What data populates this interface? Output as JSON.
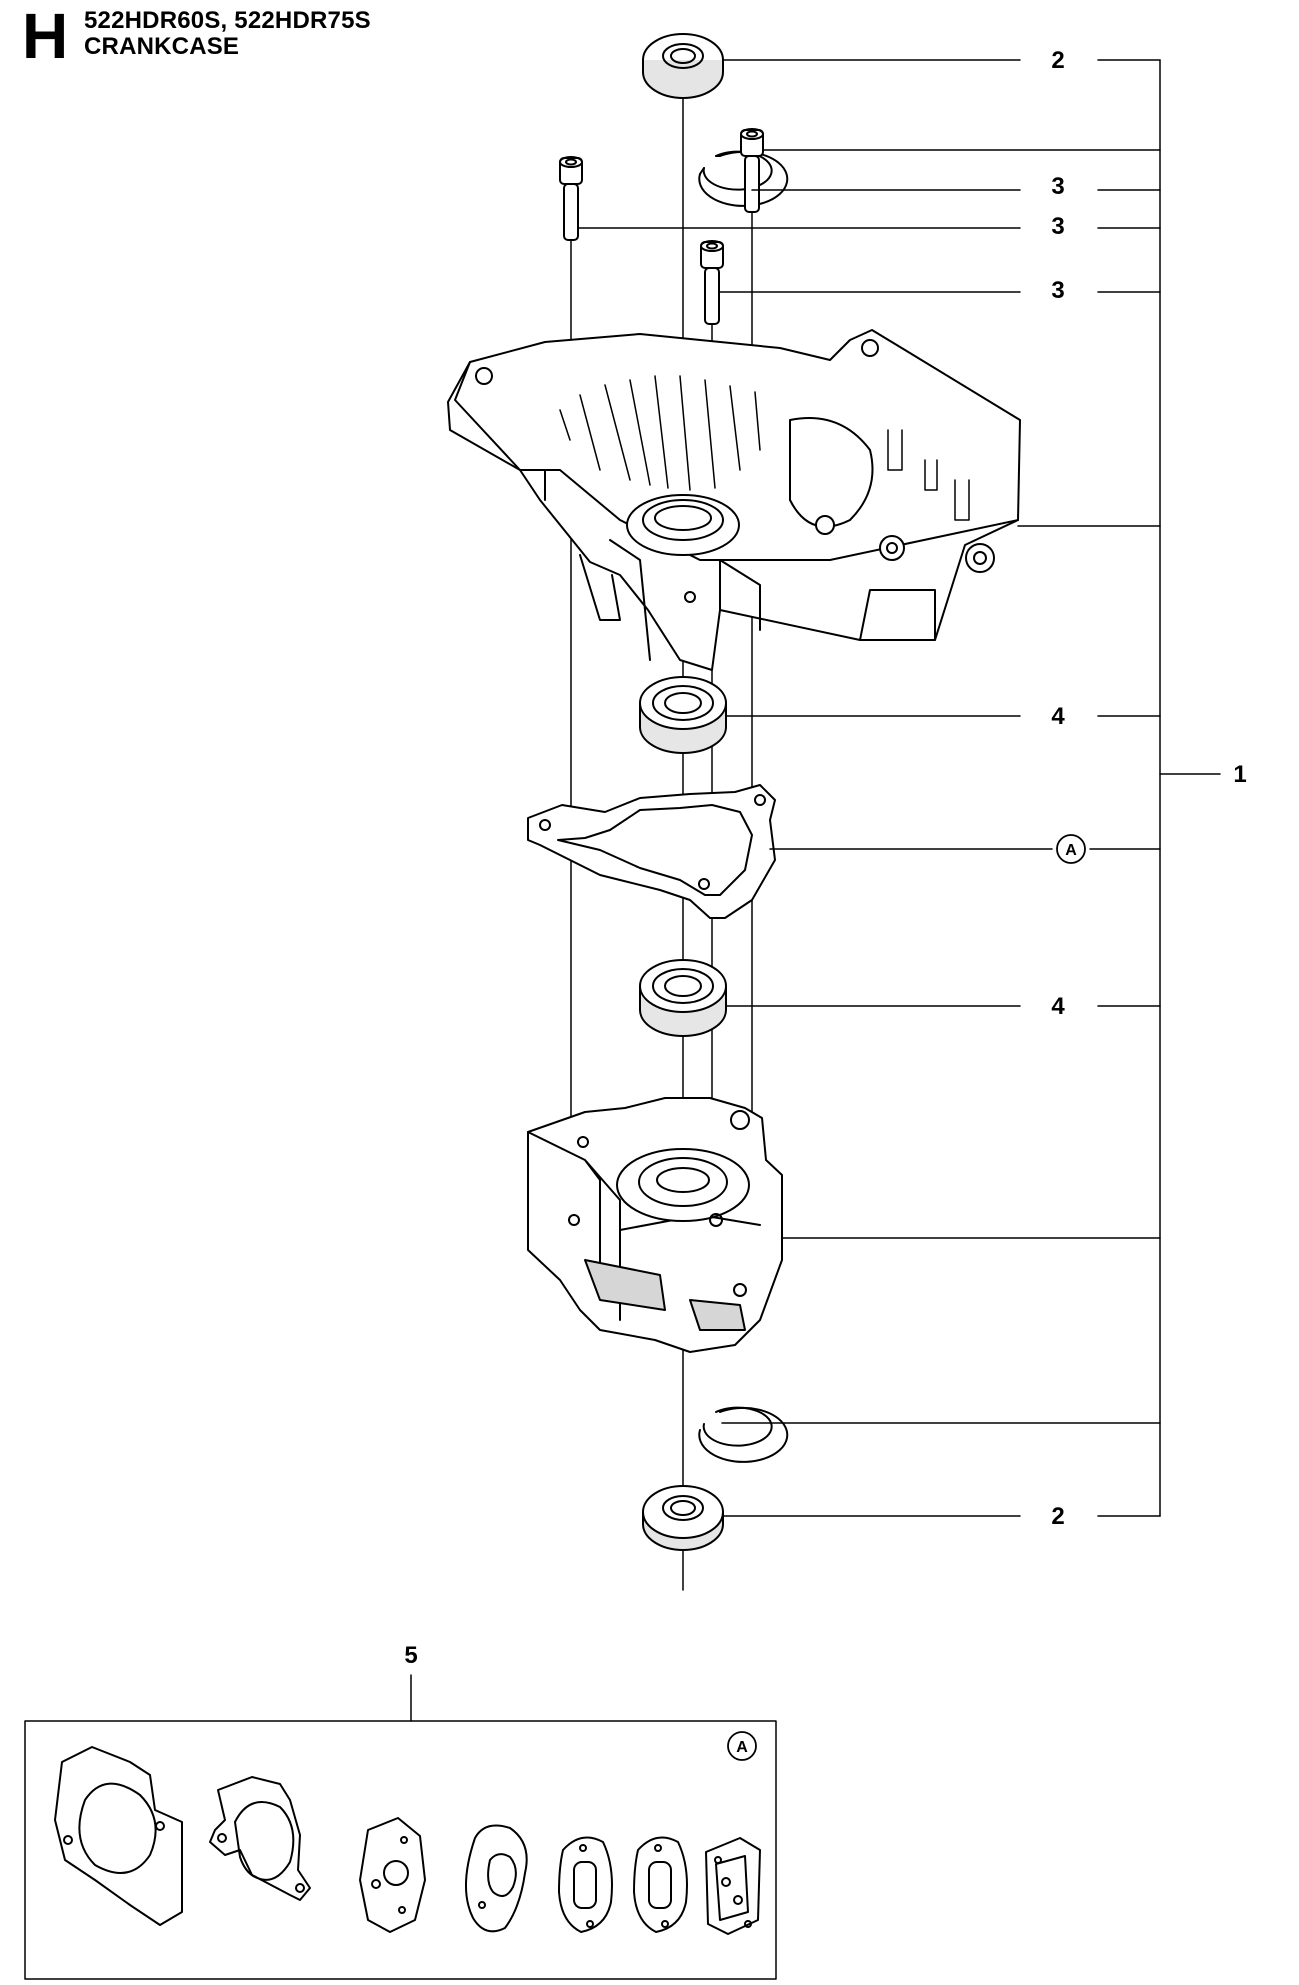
{
  "header": {
    "section_letter": "H",
    "models": "522HDR60S, 522HDR75S",
    "title": "CRANKCASE"
  },
  "callouts": {
    "seal_top": "2",
    "screw_a": "3",
    "screw_b": "3",
    "screw_c": "3",
    "bearing_top": "4",
    "gasket_ref": "A",
    "bearing_bottom": "4",
    "seal_bottom": "2",
    "assembly": "1",
    "gasket_kit": "5",
    "kit_ref": "A"
  },
  "icons": {
    "crankcase_upper": "crankcase-upper-half-icon",
    "crankcase_lower": "crankcase-lower-half-icon",
    "seal": "oil-seal-icon",
    "circlip": "retaining-ring-icon",
    "screw": "socket-screw-icon",
    "bearing": "ball-bearing-icon",
    "gasket": "gasket-icon"
  },
  "colors": {
    "line": "#000000",
    "background": "#ffffff",
    "shade": "#d6d6d6"
  }
}
